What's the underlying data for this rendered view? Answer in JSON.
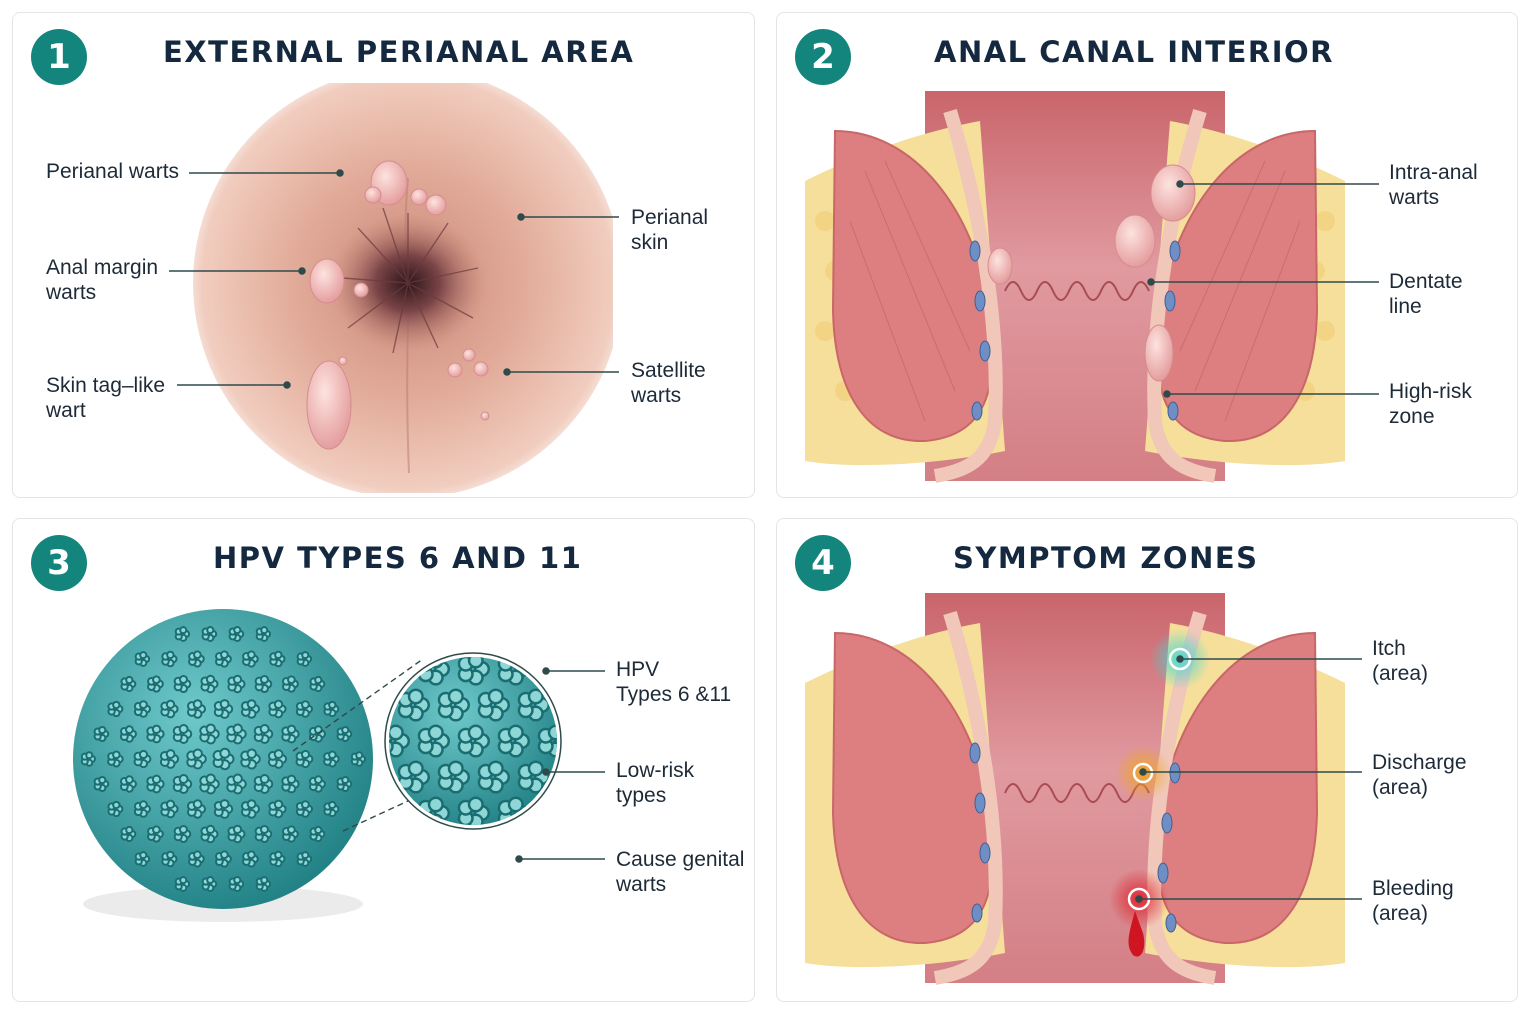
{
  "colors": {
    "accent": "#14857d",
    "title": "#14293f",
    "skin": "#e3ad9a",
    "mucosa": "#d9787c",
    "fat": "#f5df9a",
    "virus": "#3aa3a6",
    "itch": "#3fd7d3",
    "discharge": "#f0a51c",
    "bleeding": "#e01e2a"
  },
  "panels": [
    {
      "number": "1",
      "title": "EXTERNAL PERIANAL AREA",
      "labels": [
        "Perianal warts",
        "Anal margin\nwarts",
        "Skin tag–like\nwart",
        "Perianal\nskin",
        "Satellite\nwarts"
      ]
    },
    {
      "number": "2",
      "title": "ANAL CANAL INTERIOR",
      "labels": [
        "Intra-anal\nwarts",
        "Dentate\nline",
        "High-risk\nzone"
      ]
    },
    {
      "number": "3",
      "title": "HPV TYPES 6 AND 11",
      "labels": [
        "HPV\nTypes 6 &11",
        "Low-risk\ntypes",
        "Cause genital\nwarts"
      ]
    },
    {
      "number": "4",
      "title": "SYMPTOM ZONES",
      "labels": [
        "Itch\n(area)",
        "Discharge\n(area)",
        "Bleeding\n(area)"
      ]
    }
  ],
  "icons": {
    "panel1": "perianal-skin-illustration",
    "panel2": "anal-canal-cross-section",
    "panel3": "hpv-virus-particle",
    "panel4": "symptom-zone-cross-section"
  }
}
